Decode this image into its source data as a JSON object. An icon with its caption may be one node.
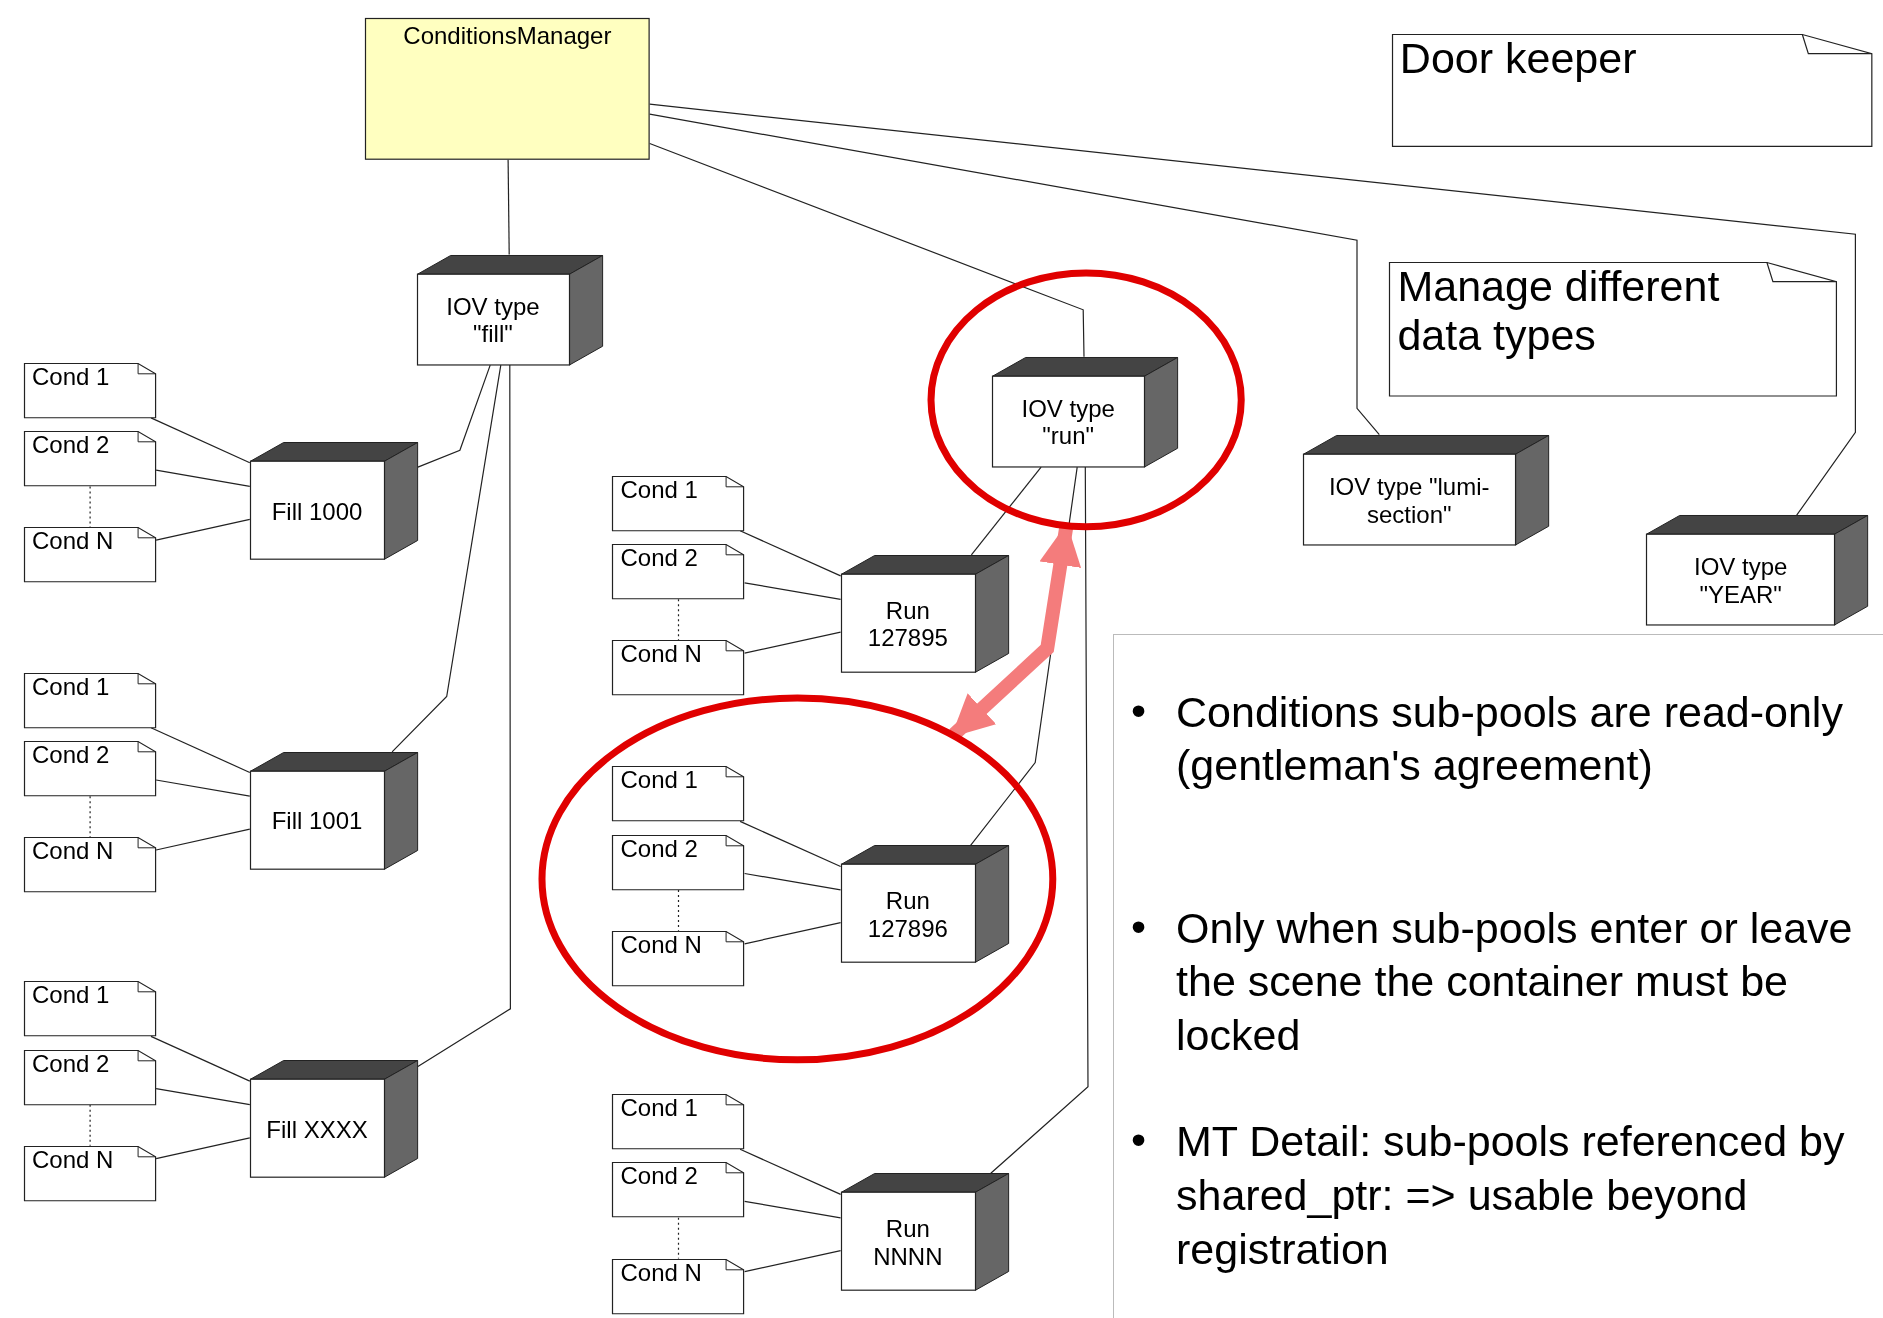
{
  "diagram": {
    "nodes": [
      {
        "text": [
          "ConditionsManager"
        ]
      },
      {
        "text": [
          "Door keeper"
        ]
      },
      {
        "text": [
          "IOV type \"fill\""
        ]
      },
      {
        "text": [
          "Manage different data types"
        ]
      },
      {
        "text": [],
        "shape": "circle"
      },
      {
        "text": [
          "IOV type \"run\""
        ],
        "in": 4
      },
      {
        "text": [
          "IOV type \"lumi-section\""
        ]
      },
      {
        "text": [
          "IOV type \"YEAR\""
        ]
      },
      {
        "text": [
          "Cond 1"
        ]
      },
      {
        "text": [
          "Cond 2"
        ]
      },
      {
        "text": [
          "Cond N"
        ]
      },
      {
        "text": [
          "Fill 1000"
        ]
      },
      {
        "text": [
          "Cond 1"
        ]
      },
      {
        "text": [
          "Cond 2"
        ]
      },
      {
        "text": [
          "Cond N"
        ]
      },
      {
        "text": [
          "Fill 1001"
        ]
      },
      {
        "text": [
          "Cond 1"
        ]
      },
      {
        "text": [
          "Cond 2"
        ]
      },
      {
        "text": [
          "Cond N"
        ]
      },
      {
        "text": [
          "Fill XXXX"
        ]
      },
      {
        "text": [
          "Cond 1"
        ]
      },
      {
        "text": [
          "Cond 2"
        ]
      },
      {
        "text": [
          "Cond N"
        ]
      },
      {
        "text": [
          "Run 127895"
        ]
      },
      {
        "text": [],
        "shape": "circle"
      },
      {
        "text": [
          "Cond 1"
        ],
        "in": 24
      },
      {
        "text": [
          "Cond 2"
        ],
        "in": 24
      },
      {
        "text": [
          "Cond N"
        ],
        "in": 24
      },
      {
        "text": [
          "Run 127896"
        ],
        "in": 24
      },
      {
        "text": [
          "Cond 1"
        ]
      },
      {
        "text": [
          "Cond 2"
        ]
      },
      {
        "text": [
          "Cond N"
        ]
      },
      {
        "text": [
          "Run NNNN"
        ]
      }
    ],
    "edges": [
      {
        "from": 0,
        "to": 2,
        "arrow": "none"
      },
      {
        "from": 0,
        "to": 5,
        "arrow": "none"
      },
      {
        "from": 0,
        "to": 6,
        "arrow": "none"
      },
      {
        "from": 0,
        "to": 7,
        "arrow": "none"
      },
      {
        "from": 2,
        "to": 11,
        "arrow": "none"
      },
      {
        "from": 2,
        "to": 15,
        "arrow": "none"
      },
      {
        "from": 2,
        "to": 19,
        "arrow": "none"
      },
      {
        "from": 5,
        "to": 23,
        "arrow": "none"
      },
      {
        "from": 5,
        "to": 28,
        "arrow": "none"
      },
      {
        "from": 5,
        "to": 32,
        "arrow": "none"
      },
      {
        "from": 8,
        "to": 11,
        "arrow": "none"
      },
      {
        "from": 9,
        "to": 11,
        "arrow": "none"
      },
      {
        "from": 10,
        "to": 11,
        "arrow": "none"
      },
      {
        "from": 9,
        "to": 10,
        "arrow": "none",
        "style": "dashed"
      },
      {
        "from": 12,
        "to": 15,
        "arrow": "none"
      },
      {
        "from": 13,
        "to": 15,
        "arrow": "none"
      },
      {
        "from": 14,
        "to": 15,
        "arrow": "none"
      },
      {
        "from": 13,
        "to": 14,
        "arrow": "none",
        "style": "dashed"
      },
      {
        "from": 16,
        "to": 19,
        "arrow": "none"
      },
      {
        "from": 17,
        "to": 19,
        "arrow": "none"
      },
      {
        "from": 18,
        "to": 19,
        "arrow": "none"
      },
      {
        "from": 17,
        "to": 18,
        "arrow": "none",
        "style": "dashed"
      },
      {
        "from": 20,
        "to": 23,
        "arrow": "none"
      },
      {
        "from": 21,
        "to": 23,
        "arrow": "none"
      },
      {
        "from": 22,
        "to": 23,
        "arrow": "none"
      },
      {
        "from": 21,
        "to": 22,
        "arrow": "none",
        "style": "dashed"
      },
      {
        "from": 25,
        "to": 28,
        "arrow": "none"
      },
      {
        "from": 26,
        "to": 28,
        "arrow": "none"
      },
      {
        "from": 27,
        "to": 28,
        "arrow": "none"
      },
      {
        "from": 26,
        "to": 27,
        "arrow": "none",
        "style": "dashed"
      },
      {
        "from": 29,
        "to": 32,
        "arrow": "none"
      },
      {
        "from": 30,
        "to": 32,
        "arrow": "none"
      },
      {
        "from": 31,
        "to": 32,
        "arrow": "none"
      },
      {
        "from": 30,
        "to": 31,
        "arrow": "none",
        "style": "dashed"
      },
      {
        "from": 4,
        "to": 24,
        "arrow": "both",
        "style": "thick",
        "color": "#f47c7c"
      }
    ],
    "labels": [
      "•",
      "Conditions sub-pools are read-only (gentleman's agreement)",
      "•",
      "Only when sub-pools enter or leave the scene the container must be locked",
      "•",
      "MT Detail: sub-pools referenced by shared_ptr: => usable beyond registration"
    ]
  }
}
